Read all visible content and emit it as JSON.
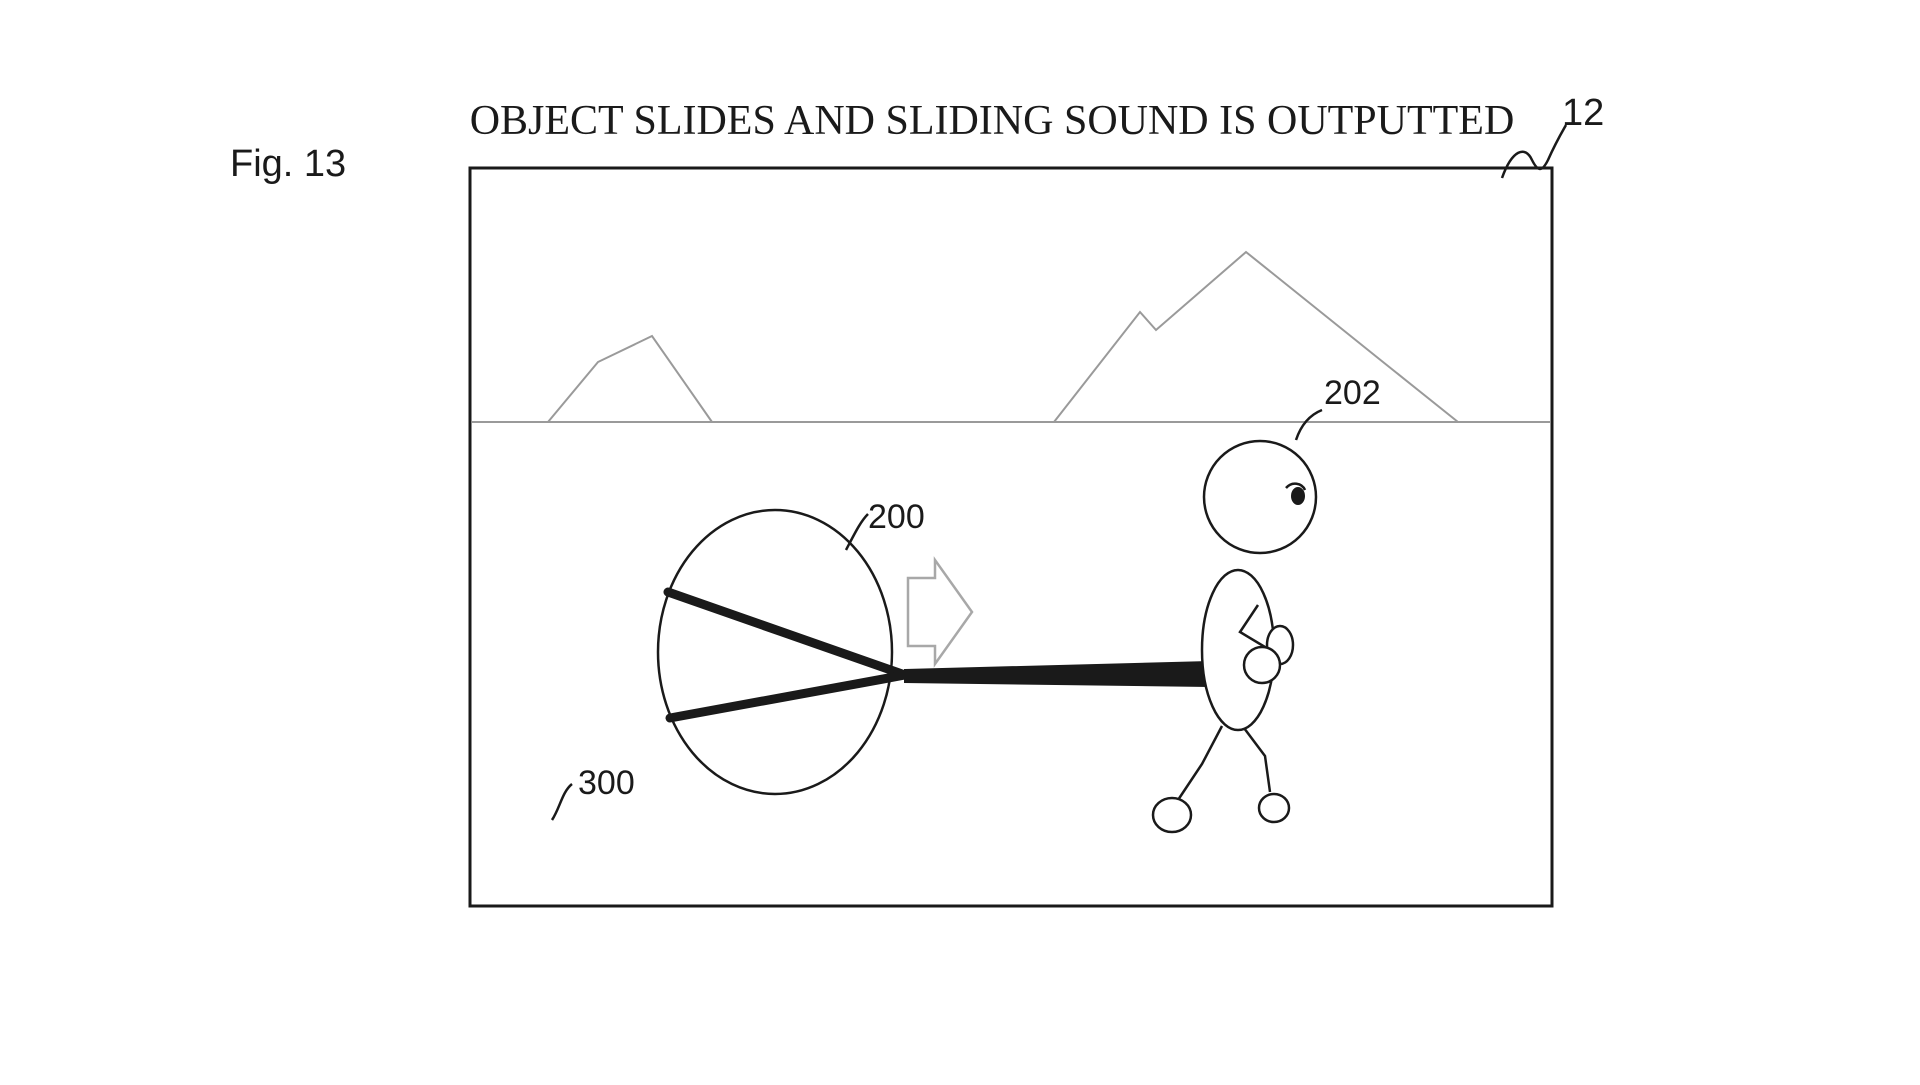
{
  "figure": {
    "fig_label": "Fig. 13",
    "caption": "OBJECT SLIDES AND SLIDING SOUND IS OUTPUTTED",
    "ref_screen": "12",
    "ref_object": "200",
    "ref_character": "202",
    "ref_ground": "300"
  },
  "colors": {
    "line": "#1a1a1a",
    "background_line": "#9a9a9a",
    "arrow": "#a8a8a8"
  },
  "icons": {
    "movement_arrow": "right-arrow-icon"
  }
}
